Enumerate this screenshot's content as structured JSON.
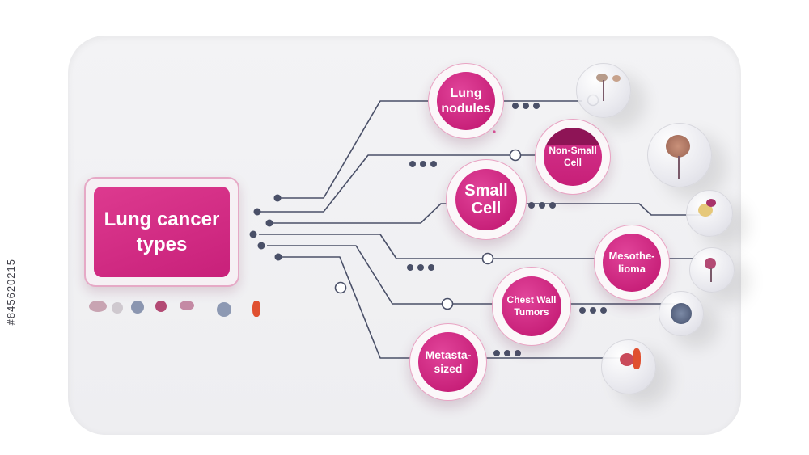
{
  "title": "Lung cancer\ntypes",
  "nodes": [
    {
      "id": "lung-nodules",
      "label": "Lung\nnodules"
    },
    {
      "id": "non-small-cell",
      "label": "Non-Small\nCell"
    },
    {
      "id": "small-cell",
      "label": "Small\nCell"
    },
    {
      "id": "mesothelioma",
      "label": "Mesothe-\nlioma"
    },
    {
      "id": "chest-wall-tumors",
      "label": "Chest Wall\nTumors"
    },
    {
      "id": "metastasized",
      "label": "Metasta-\nsized"
    }
  ],
  "stock_id": "#845620215",
  "colors": {
    "accent": "#c8207a",
    "wire": "#4a5068",
    "dot": "#4a5068"
  }
}
